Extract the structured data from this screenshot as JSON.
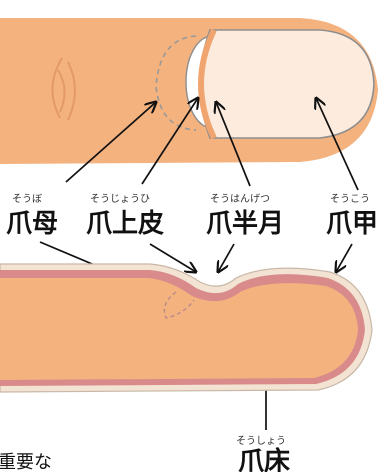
{
  "colors": {
    "skin": "#F4B27F",
    "skin_dark": "#E9A46E",
    "nail": "#FDEBDD",
    "nail_edge": "#8E8E8E",
    "section_inner": "#F4B27F",
    "section_dermis": "#D98B8B",
    "section_nail": "#F3E3D2",
    "arrow": "#111111"
  },
  "labels": {
    "matrix": {
      "kanji": "爪母",
      "reading": "そうぼ"
    },
    "eponychium": {
      "kanji": "爪上皮",
      "reading": "そうじょうひ"
    },
    "lunula": {
      "kanji": "爪半月",
      "reading": "そうはんげつ"
    },
    "nail_plate": {
      "kanji": "爪甲",
      "reading": "そうこう"
    },
    "nail_bed": {
      "kanji": "爪床",
      "reading": "そうしょう"
    }
  },
  "footer_text": "重要な"
}
